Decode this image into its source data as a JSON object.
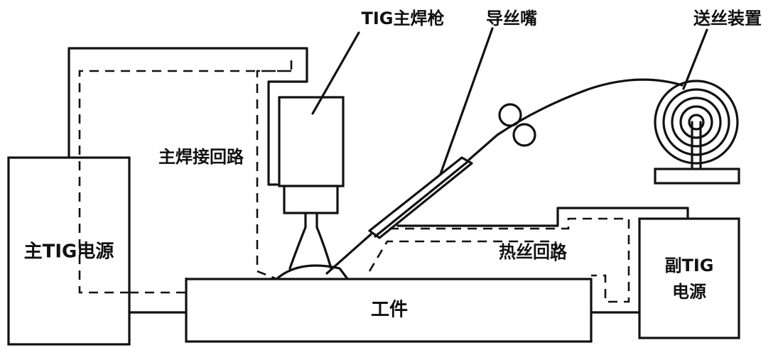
{
  "labels": {
    "tig_main_torch": "TIG主焊枪",
    "wire_guide_nozzle": "导丝嘴",
    "wire_feeder": "送丝装置",
    "main_weld_circuit": "主焊接回路",
    "main_tig_power": "主TIG电源",
    "hot_wire_circuit": "热丝回路",
    "aux_tig_power_line1": "副TIG",
    "aux_tig_power_line2": "电源",
    "workpiece": "工件"
  }
}
